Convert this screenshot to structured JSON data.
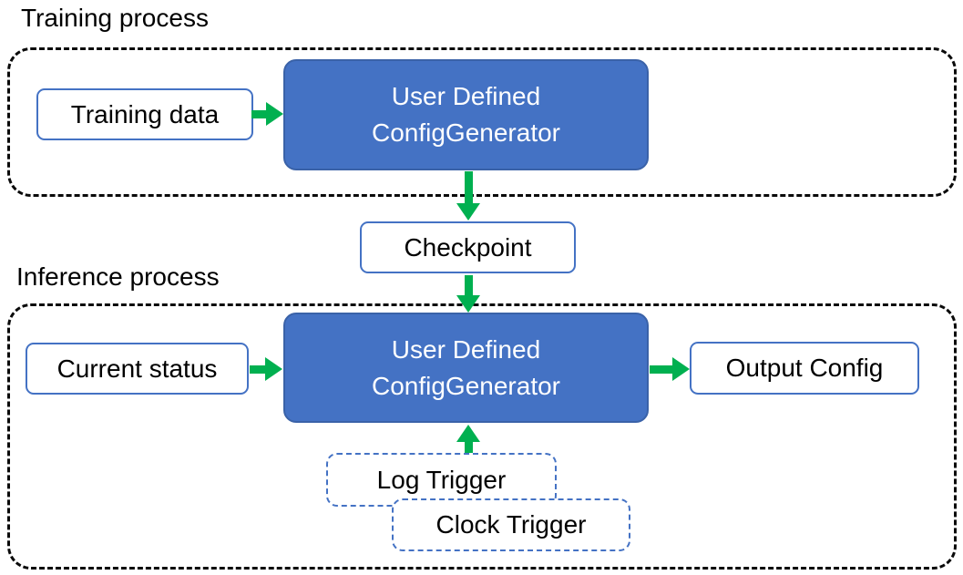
{
  "colors": {
    "accent-blue": "#4472C4",
    "blue-border": "#4472C4",
    "arrow-green": "#00B050",
    "dash-black": "#0a0a0a",
    "text-dark": "#000000",
    "text-light": "#FFFFFF"
  },
  "training": {
    "title": "Training process",
    "training_data_label": "Training data",
    "generator_line1": "User Defined",
    "generator_line2": "ConfigGenerator"
  },
  "checkpoint_label": "Checkpoint",
  "inference": {
    "title": "Inference process",
    "current_status_label": "Current status",
    "generator_line1": "User Defined",
    "generator_line2": "ConfigGenerator",
    "output_config_label": "Output Config",
    "log_trigger_label": "Log Trigger",
    "clock_trigger_label": "Clock Trigger"
  }
}
